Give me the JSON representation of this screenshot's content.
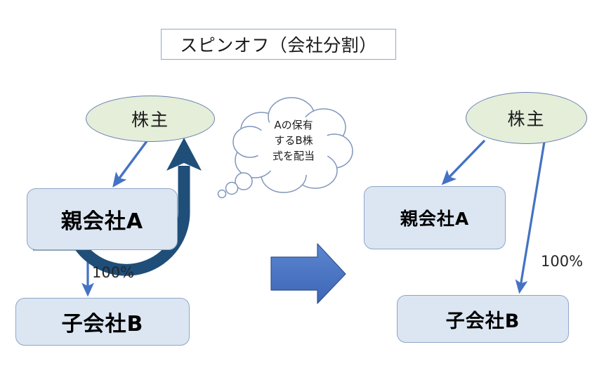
{
  "diagram": {
    "title": "スピンオフ（会社分割）",
    "colors": {
      "ellipse_fill": "#e4eed9",
      "ellipse_border": "#6b7fae",
      "box_fill": "#dce6f2",
      "box_border": "#8ea6c8",
      "thin_arrow": "#4472c4",
      "curved_arrow": "#1f4e79",
      "transition_arrow": "#4472c4",
      "bubble_border": "#8196bd",
      "title_border": "#95a8c6",
      "text": "#1a1a1a"
    },
    "before": {
      "shareholder_label": "株主",
      "parent_label": "親会社A",
      "subsidiary_label": "子会社B",
      "ownership_label": "100%"
    },
    "after": {
      "shareholder_label": "株主",
      "parent_label": "親会社A",
      "subsidiary_label": "子会社B",
      "ownership_label": "100%"
    },
    "thought_bubble": {
      "line1": "Aの保有",
      "line2": "するB株",
      "line3": "式を配当"
    },
    "icons": {
      "transition_arrow": "right-block-arrow-icon",
      "curved_arrow": "curved-up-arrow-icon",
      "thought_bubble": "thought-cloud-icon"
    }
  }
}
